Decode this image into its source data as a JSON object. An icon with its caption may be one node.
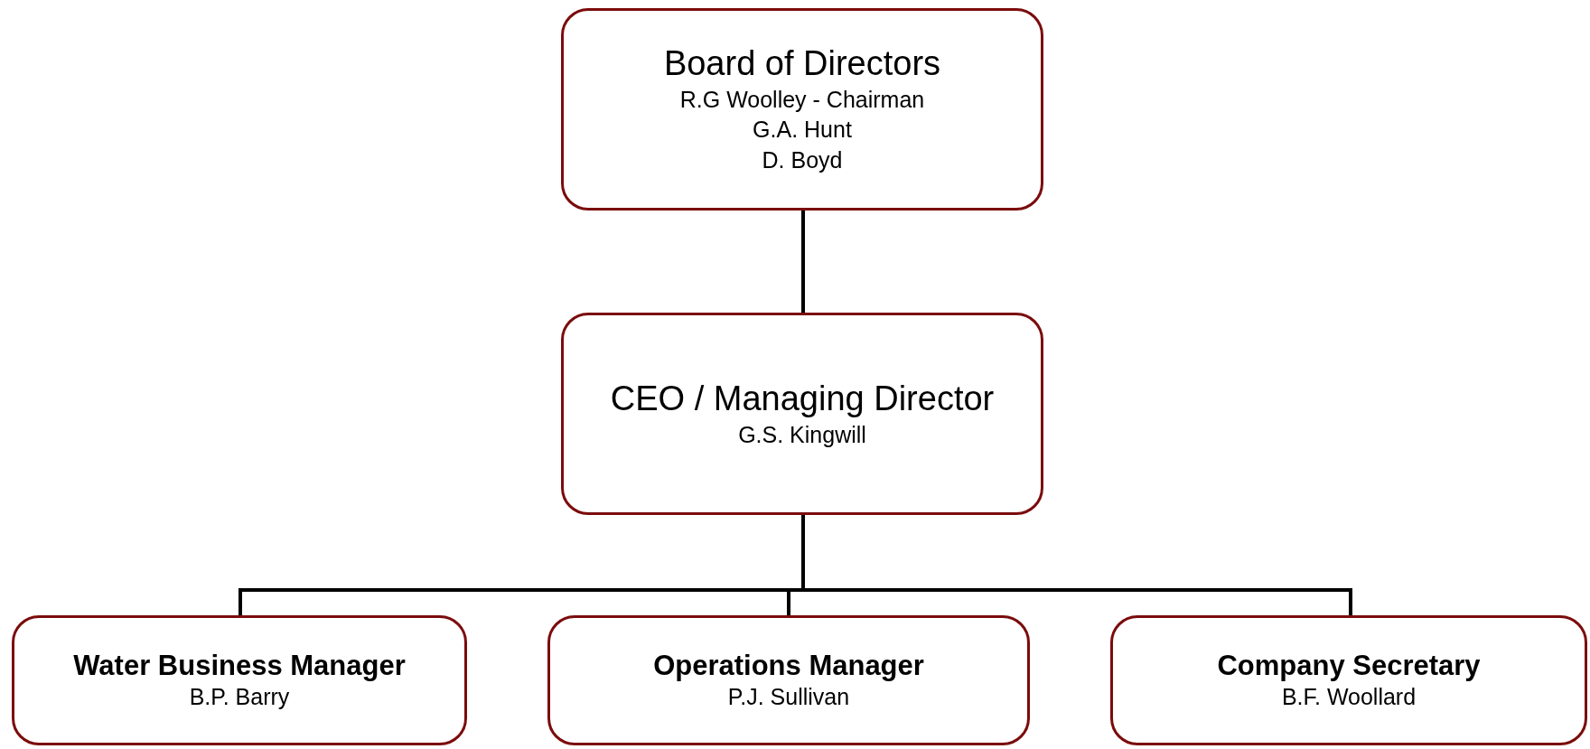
{
  "diagram": {
    "nodes": [
      {
        "text": [
          "Board of Directors",
          "R.G Woolley - Chairman",
          "G.A. Hunt",
          "D. Boyd"
        ]
      },
      {
        "text": [
          "CEO / Managing Director",
          "G.S. Kingwill"
        ]
      },
      {
        "text": [
          "Water Business Manager",
          "B.P. Barry"
        ]
      },
      {
        "text": [
          "Operations Manager",
          "P.J. Sullivan"
        ]
      },
      {
        "text": [
          "Company Secretary",
          "B.F. Woollard"
        ]
      }
    ],
    "edges": [
      {
        "from": 0,
        "to": 1,
        "arrow": "none"
      },
      {
        "from": 1,
        "to": 2,
        "arrow": "none"
      },
      {
        "from": 1,
        "to": 3,
        "arrow": "none"
      },
      {
        "from": 1,
        "to": 4,
        "arrow": "none"
      }
    ]
  }
}
